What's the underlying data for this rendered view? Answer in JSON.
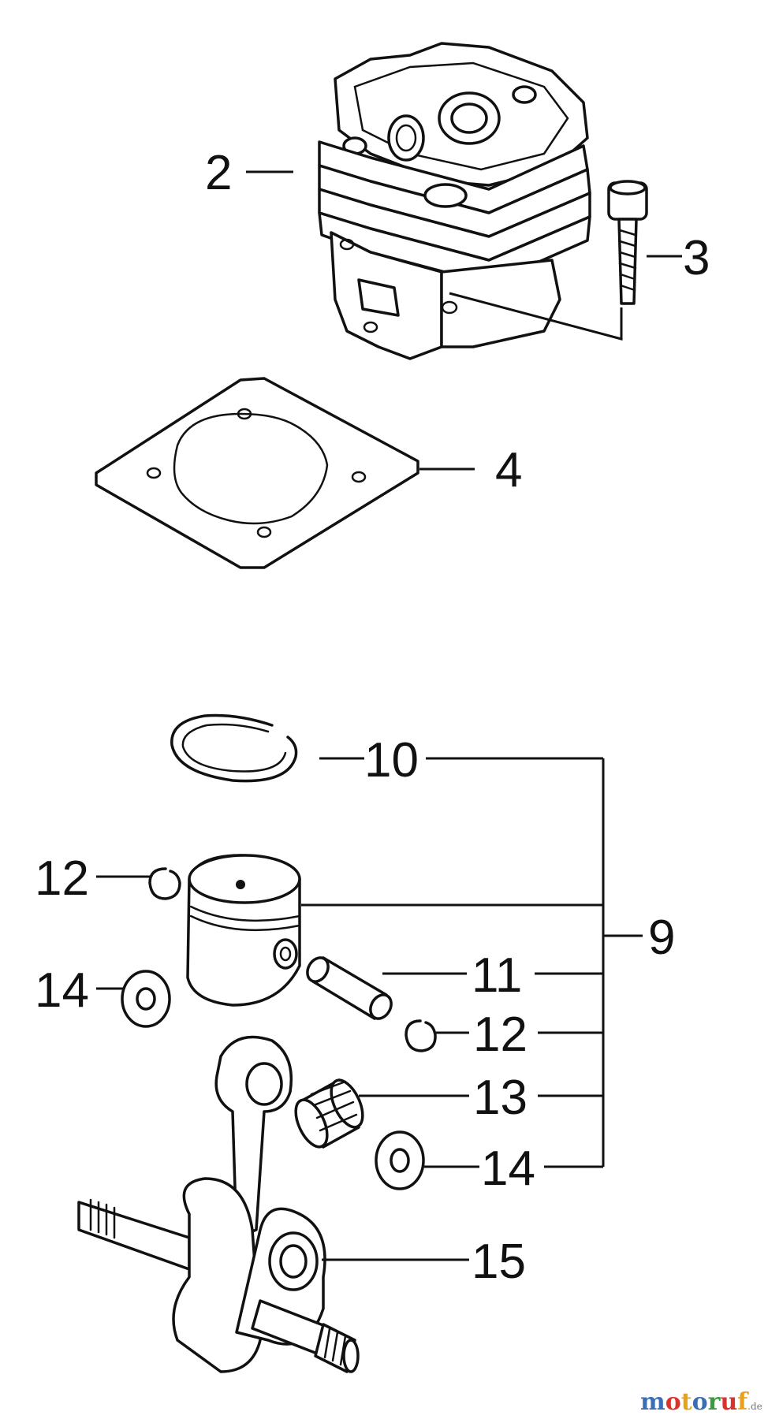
{
  "callouts": [
    {
      "id": "2",
      "label": "2"
    },
    {
      "id": "3",
      "label": "3"
    },
    {
      "id": "4",
      "label": "4"
    },
    {
      "id": "10",
      "label": "10"
    },
    {
      "id": "9",
      "label": "9"
    },
    {
      "id": "12a",
      "label": "12"
    },
    {
      "id": "14a",
      "label": "14"
    },
    {
      "id": "11",
      "label": "11"
    },
    {
      "id": "12b",
      "label": "12"
    },
    {
      "id": "13",
      "label": "13"
    },
    {
      "id": "14b",
      "label": "14"
    },
    {
      "id": "15",
      "label": "15"
    }
  ],
  "watermark": {
    "parts": [
      {
        "text": "m",
        "color": "#3a6fb5"
      },
      {
        "text": "o",
        "color": "#d9342b"
      },
      {
        "text": "t",
        "color": "#e8a21a"
      },
      {
        "text": "o",
        "color": "#3a6fb5"
      },
      {
        "text": "r",
        "color": "#3c9a3c"
      },
      {
        "text": "u",
        "color": "#d9342b"
      },
      {
        "text": "f",
        "color": "#e8a21a"
      }
    ],
    "suffix": ".de",
    "suffix_color": "#777777"
  },
  "icons": [
    "cylinder-icon",
    "bolt-icon",
    "gasket-icon",
    "piston-ring-icon",
    "piston-icon",
    "circlip-icon",
    "washer-icon",
    "piston-pin-icon",
    "needle-bearing-icon",
    "crankshaft-icon"
  ]
}
